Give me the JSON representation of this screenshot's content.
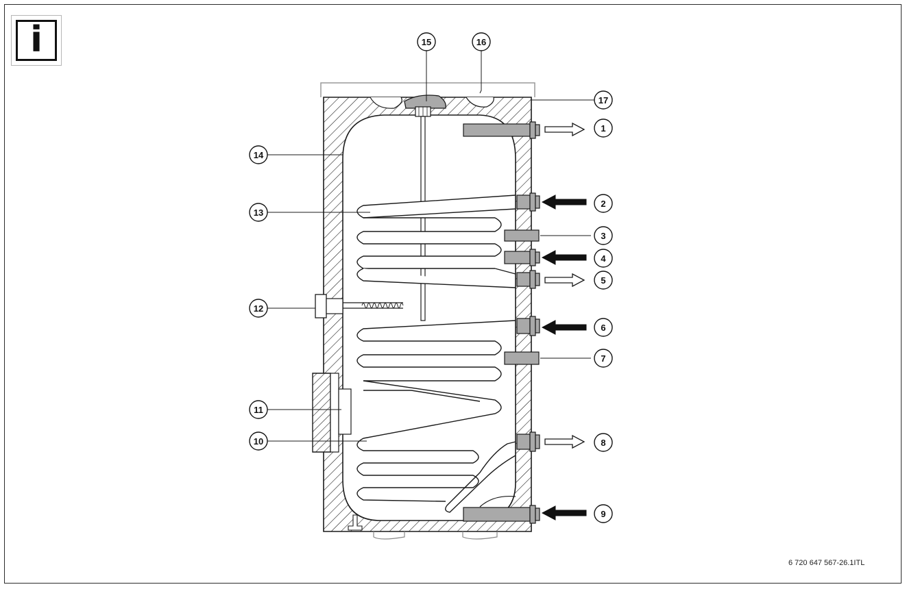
{
  "info_icon": {
    "icon": "info-icon",
    "glyph": "i"
  },
  "callouts": [
    {
      "id": "c1",
      "label": "1"
    },
    {
      "id": "c2",
      "label": "2"
    },
    {
      "id": "c3",
      "label": "3"
    },
    {
      "id": "c4",
      "label": "4"
    },
    {
      "id": "c5",
      "label": "5"
    },
    {
      "id": "c6",
      "label": "6"
    },
    {
      "id": "c7",
      "label": "7"
    },
    {
      "id": "c8",
      "label": "8"
    },
    {
      "id": "c9",
      "label": "9"
    },
    {
      "id": "c10",
      "label": "10"
    },
    {
      "id": "c11",
      "label": "11"
    },
    {
      "id": "c12",
      "label": "12"
    },
    {
      "id": "c13",
      "label": "13"
    },
    {
      "id": "c14",
      "label": "14"
    },
    {
      "id": "c15",
      "label": "15"
    },
    {
      "id": "c16",
      "label": "16"
    },
    {
      "id": "c17",
      "label": "17"
    }
  ],
  "document_code": "6 720 647 567-26.1ITL",
  "colors": {
    "outline": "#1a1a1a",
    "fitting_fill": "#a9a9a9",
    "inflow_arrow": "#111111",
    "outflow_arrow": "#ffffff"
  }
}
